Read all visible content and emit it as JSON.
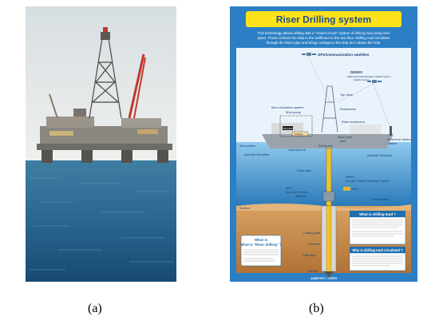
{
  "captions": {
    "a": "(a)",
    "b": "(b)"
  },
  "poster": {
    "title": "Riser Drilling system",
    "intro": [
      "This technology allows drilling with a \"closed circuit\" system of drilling mud using riser",
      "pipes. These connect the ship to the wellhead on the sea floor. Drilling mud circulates",
      "through the Riser pipe and brings cuttings to the ship as it cleans the hole."
    ],
    "labels": {
      "gps": "GPS/communication satellites",
      "dgnss": "DGNSS",
      "dgnss_sub": "(Differential Global Navigation Satellite System)",
      "top_drive": "Top drive",
      "mud_circ": "Mud circulation system",
      "mud_pump": "Mud pump",
      "mud_tank": "Mud tank",
      "cuttings": "Cuttings",
      "drawworks": "Drawworks",
      "riser_tensioners": "Riser tensioners",
      "moon_pool": "Moon pool",
      "drilling_mud": "Drilling mud",
      "reference_station": "Reference station",
      "sea_surface": "Sea surface",
      "hydrophone": "Hydrophone",
      "azimuth_left": "Azimuth thrusters",
      "azimuth_right": "Azimuth thrusters",
      "riser_pipe": "Riser pipe",
      "apprs": "APRS:",
      "apprs_sub": "Acoustic Position Reference System",
      "rov": "ROV",
      "bop": "BOP:",
      "bop_sub": "Blow Out Preventer",
      "wellhead": "Wellhead",
      "transponders": "Transponders",
      "sea_floor": "Sea floor",
      "casing_pipe": "Casing pipe",
      "cement": "Cement",
      "drill_pipe": "Drill pipe",
      "drill_bit": "Drill bit"
    },
    "boxes": {
      "what_mud": "What is drilling mud ?",
      "what_riser": "What is \"Riser drilling\" ?",
      "why_mud": "Why is drilling mud circulated ?"
    },
    "footer": "JAMSTEC / CDEX"
  },
  "colors": {
    "poster_bg": "#2c7fc4",
    "title_bg": "#ffe21a",
    "sky": "#eaf3fb",
    "sea": "#4aa3d8",
    "sea_deep": "#1f6fae",
    "floor": "#c98b4a",
    "sea_photo": "#2d6f99",
    "sky_photo": "#dfe4e6"
  }
}
